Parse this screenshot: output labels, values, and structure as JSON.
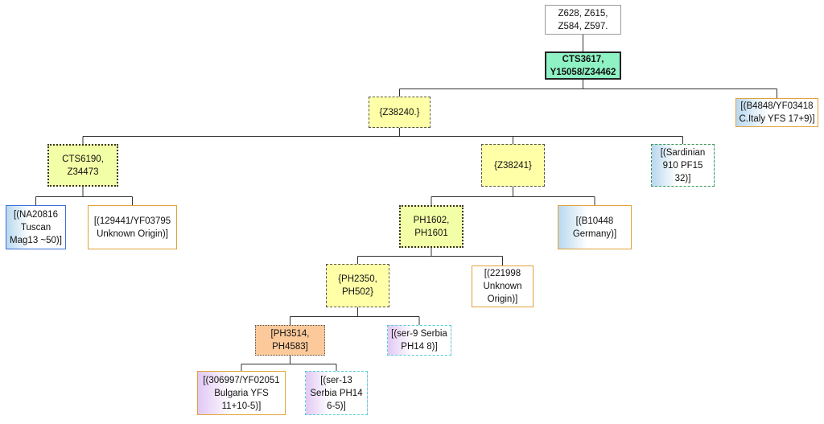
{
  "tree": {
    "nodes": {
      "root": {
        "lines": [
          "Z628, Z615,",
          "Z584, Z597."
        ]
      },
      "cts3617": {
        "lines": [
          "CTS3617,",
          "Y15058/Z34462"
        ]
      },
      "z38240": {
        "lines": [
          "{Z38240.}"
        ]
      },
      "b4848": {
        "lines": [
          "[(B4848/YF03418",
          "C.Italy YFS 17+9)]"
        ]
      },
      "cts6190": {
        "lines": [
          "CTS6190,",
          "Z34473"
        ]
      },
      "z38241": {
        "lines": [
          "{Z38241}"
        ]
      },
      "sardinian": {
        "lines": [
          "[(Sardinian",
          "910 PF15",
          "32)]"
        ]
      },
      "na20816": {
        "lines": [
          "[(NA20816",
          "Tuscan",
          "Mag13 ~50)]"
        ]
      },
      "n129441": {
        "lines": [
          "[(129441/YF03795",
          "Unknown Origin)]"
        ]
      },
      "ph1602": {
        "lines": [
          "PH1602,",
          "PH1601"
        ]
      },
      "b10448": {
        "lines": [
          "[(B10448",
          "Germany)]"
        ]
      },
      "ph2350": {
        "lines": [
          "{PH2350,",
          "PH502}"
        ]
      },
      "n221998": {
        "lines": [
          "[(221998",
          "Unknown",
          "Origin)]"
        ]
      },
      "ph3514": {
        "lines": [
          "[PH3514,",
          "PH4583]"
        ]
      },
      "ser9": {
        "lines": [
          "[(ser-9 Serbia",
          "PH14 8)]"
        ]
      },
      "n306997": {
        "lines": [
          "[(306997/YF02051",
          "Bulgaria YFS",
          "11+10-5)]"
        ]
      },
      "ser13": {
        "lines": [
          "[(ser-13",
          "Serbia PH14",
          "6-5)]"
        ]
      }
    },
    "edges": [
      [
        "root",
        "cts3617"
      ],
      [
        "cts3617",
        "z38240"
      ],
      [
        "cts3617",
        "b4848"
      ],
      [
        "z38240",
        "cts6190"
      ],
      [
        "z38240",
        "z38241"
      ],
      [
        "z38240",
        "sardinian"
      ],
      [
        "cts6190",
        "na20816"
      ],
      [
        "cts6190",
        "n129441"
      ],
      [
        "z38241",
        "ph1602"
      ],
      [
        "z38241",
        "b10448"
      ],
      [
        "ph1602",
        "ph2350"
      ],
      [
        "ph1602",
        "n221998"
      ],
      [
        "ph2350",
        "ph3514"
      ],
      [
        "ph2350",
        "ser9"
      ],
      [
        "ph3514",
        "n306997"
      ],
      [
        "ph3514",
        "ser13"
      ]
    ]
  }
}
